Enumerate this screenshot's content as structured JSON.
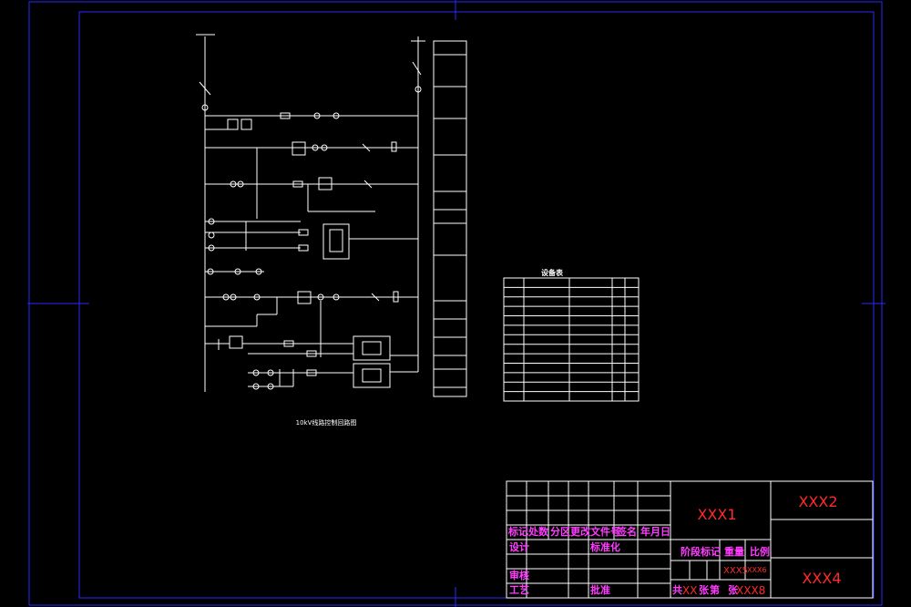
{
  "diagram": {
    "caption": "10kV线路控制回路图"
  },
  "side_column": {
    "cells": [
      "",
      "",
      "",
      "",
      "",
      "",
      "",
      "",
      "",
      "",
      "",
      "",
      "",
      ""
    ]
  },
  "equipment_table": {
    "title": "设备表",
    "headers": [
      "",
      "",
      "",
      "",
      ""
    ],
    "rows": [
      [
        "",
        "",
        "",
        "",
        ""
      ],
      [
        "",
        "",
        "",
        "",
        ""
      ],
      [
        "",
        "",
        "",
        "",
        ""
      ],
      [
        "",
        "",
        "",
        "",
        ""
      ],
      [
        "",
        "",
        "",
        "",
        ""
      ],
      [
        "",
        "",
        "",
        "",
        ""
      ],
      [
        "",
        "",
        "",
        "",
        ""
      ],
      [
        "",
        "",
        "",
        "",
        ""
      ],
      [
        "",
        "",
        "",
        "",
        ""
      ],
      [
        "",
        "",
        "",
        "",
        ""
      ],
      [
        "",
        "",
        "",
        "",
        ""
      ]
    ]
  },
  "title_block": {
    "field1": "XXX1",
    "field2": "XXX2",
    "field4": "XXX4",
    "field5": "XXX5",
    "field6": "XXX6",
    "field8": "XXX8",
    "row_labels": [
      "标记",
      "处数",
      "分区",
      "更改文件号",
      "签名",
      "年月日"
    ],
    "design": "设计",
    "standardize": "标准化",
    "stage_mark": "阶段标记",
    "weight": "重量",
    "scale": "比例",
    "review": "审核",
    "process": "工艺",
    "approve": "批准",
    "sheets_prefix": "共",
    "sheets_count": "XX",
    "sheets_mid": "张",
    "sheets_no": "第",
    "sheets_suffix": "张"
  },
  "colors": {
    "frame": "#2a2aff",
    "lines": "#ffffff",
    "titleblock_labels": "#ff3cff",
    "titleblock_values": "#ff2a2a",
    "highlight": "#3aff3a"
  }
}
